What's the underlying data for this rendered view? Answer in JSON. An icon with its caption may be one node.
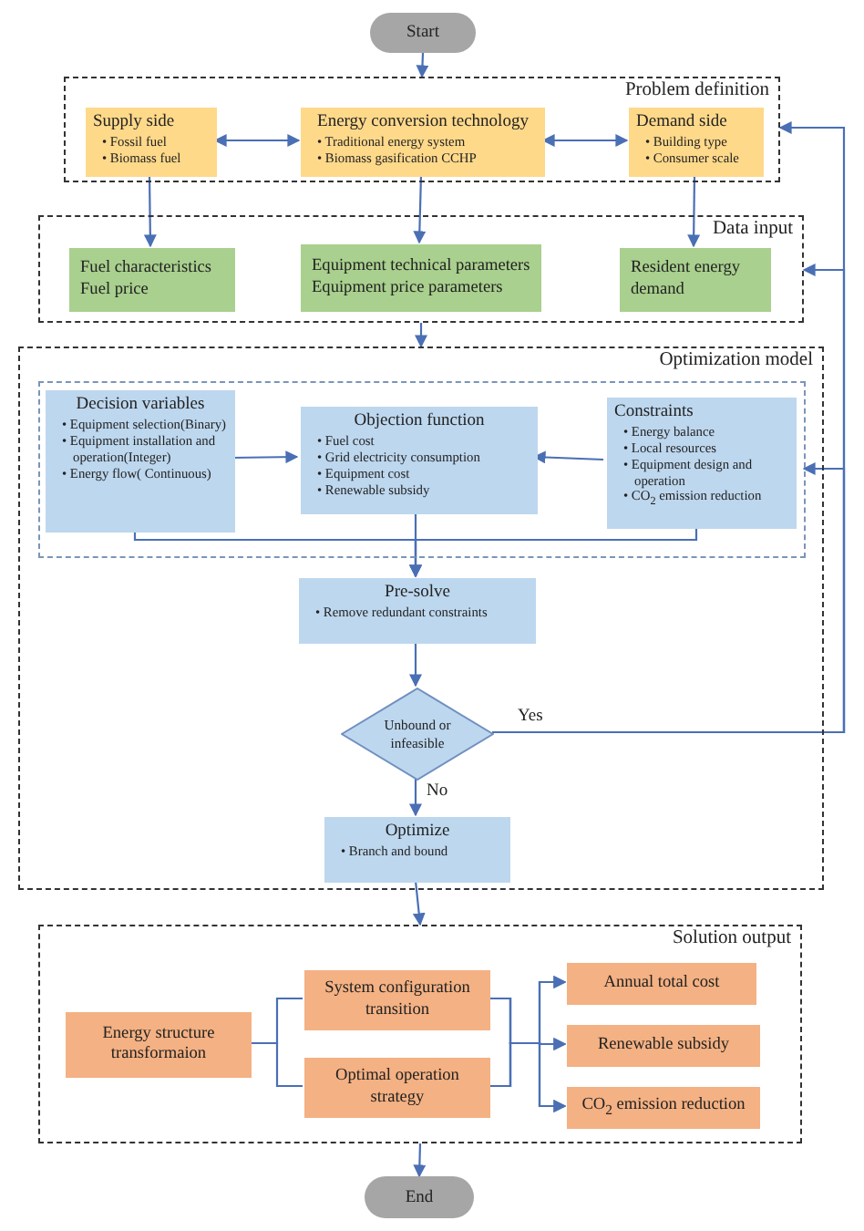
{
  "diagram": {
    "nodes": [
      {
        "text": [
          "Start"
        ]
      },
      {
        "text": [
          "Problem definition"
        ]
      },
      {
        "text": [
          "Supply side",
          "• Fossil fuel",
          "• Biomass fuel"
        ],
        "in": 1
      },
      {
        "text": [
          "Energy conversion technology",
          "• Traditional energy system",
          "• Biomass gasification CCHP"
        ],
        "in": 1
      },
      {
        "text": [
          "Demand side",
          "• Building type",
          "• Consumer scale"
        ],
        "in": 1
      },
      {
        "text": [
          "Data input"
        ]
      },
      {
        "text": [
          "Fuel characteristics",
          "Fuel price"
        ],
        "in": 5
      },
      {
        "text": [
          "Equipment technical parameters",
          "Equipment price parameters"
        ],
        "in": 5
      },
      {
        "text": [
          "Resident energy demand"
        ],
        "in": 5
      },
      {
        "text": [
          "Optimization model"
        ]
      },
      {
        "text": [],
        "shape": "box",
        "in": 9
      },
      {
        "text": [
          "Decision variables",
          "• Equipment selection(Binary)",
          "• Equipment installation and operation(Integer)",
          "• Energy flow( Continuous)"
        ],
        "in": 10
      },
      {
        "text": [
          "Objection function",
          "• Fuel cost",
          "• Grid electricity consumption",
          "• Equipment cost",
          "• Renewable subsidy"
        ],
        "in": 10
      },
      {
        "text": [
          "Constraints",
          "• Energy balance",
          "• Local resources",
          "• Equipment design and operation",
          "• CO$_{2}$ emission reduction"
        ],
        "in": 10
      },
      {
        "text": [
          "Pre-solve",
          "• Remove redundant constraints"
        ],
        "in": 9
      },
      {
        "text": [
          "Unbound or infeasible"
        ],
        "in": 9
      },
      {
        "text": [
          "Optimize",
          "• Branch and bound"
        ],
        "in": 9
      },
      {
        "text": [
          "Solution output"
        ]
      },
      {
        "text": [
          "Energy structure transformaion"
        ],
        "in": 17
      },
      {
        "text": [
          "System configuration transition"
        ],
        "in": 17
      },
      {
        "text": [
          "Optimal operation strategy"
        ],
        "in": 17
      },
      {
        "text": [
          "Annual total cost"
        ],
        "in": 17
      },
      {
        "text": [
          "Renewable subsidy"
        ],
        "in": 17
      },
      {
        "text": [
          "CO$_{2}$ emission reduction"
        ],
        "in": 17
      },
      {
        "text": [
          "End"
        ]
      }
    ],
    "edges": [
      {
        "from": 0,
        "to": 1,
        "arrow": "to"
      },
      {
        "from": 2,
        "to": 3,
        "arrow": "both"
      },
      {
        "from": 3,
        "to": 4,
        "arrow": "both"
      },
      {
        "from": 2,
        "to": 6,
        "arrow": "to"
      },
      {
        "from": 3,
        "to": 7,
        "arrow": "to"
      },
      {
        "from": 4,
        "to": 8,
        "arrow": "to"
      },
      {
        "from": 5,
        "to": 9,
        "arrow": "to"
      },
      {
        "from": 11,
        "to": 12,
        "arrow": "to"
      },
      {
        "from": 13,
        "to": 12,
        "arrow": "to"
      },
      {
        "from": 12,
        "to": 14,
        "arrow": "to"
      },
      {
        "from": 11,
        "to": 14,
        "arrow": "to"
      },
      {
        "from": 13,
        "to": 14,
        "arrow": "to"
      },
      {
        "from": 14,
        "to": 15,
        "arrow": "to"
      },
      {
        "from": 15,
        "to": 16,
        "arrow": "to",
        "label": "No"
      },
      {
        "from": 15,
        "to": 1,
        "arrow": "to",
        "label": "Yes"
      },
      {
        "from": 15,
        "to": 5,
        "arrow": "to"
      },
      {
        "from": 15,
        "to": 10,
        "arrow": "to"
      },
      {
        "from": 16,
        "to": 17,
        "arrow": "to"
      },
      {
        "from": 18,
        "to": 19,
        "arrow": "none"
      },
      {
        "from": 18,
        "to": 20,
        "arrow": "none"
      },
      {
        "from": 19,
        "to": 21,
        "arrow": "to"
      },
      {
        "from": 19,
        "to": 22,
        "arrow": "to"
      },
      {
        "from": 19,
        "to": 23,
        "arrow": "to"
      },
      {
        "from": 20,
        "to": 21,
        "arrow": "to"
      },
      {
        "from": 20,
        "to": 22,
        "arrow": "to"
      },
      {
        "from": 20,
        "to": 23,
        "arrow": "to"
      },
      {
        "from": 17,
        "to": 24,
        "arrow": "to"
      }
    ]
  }
}
